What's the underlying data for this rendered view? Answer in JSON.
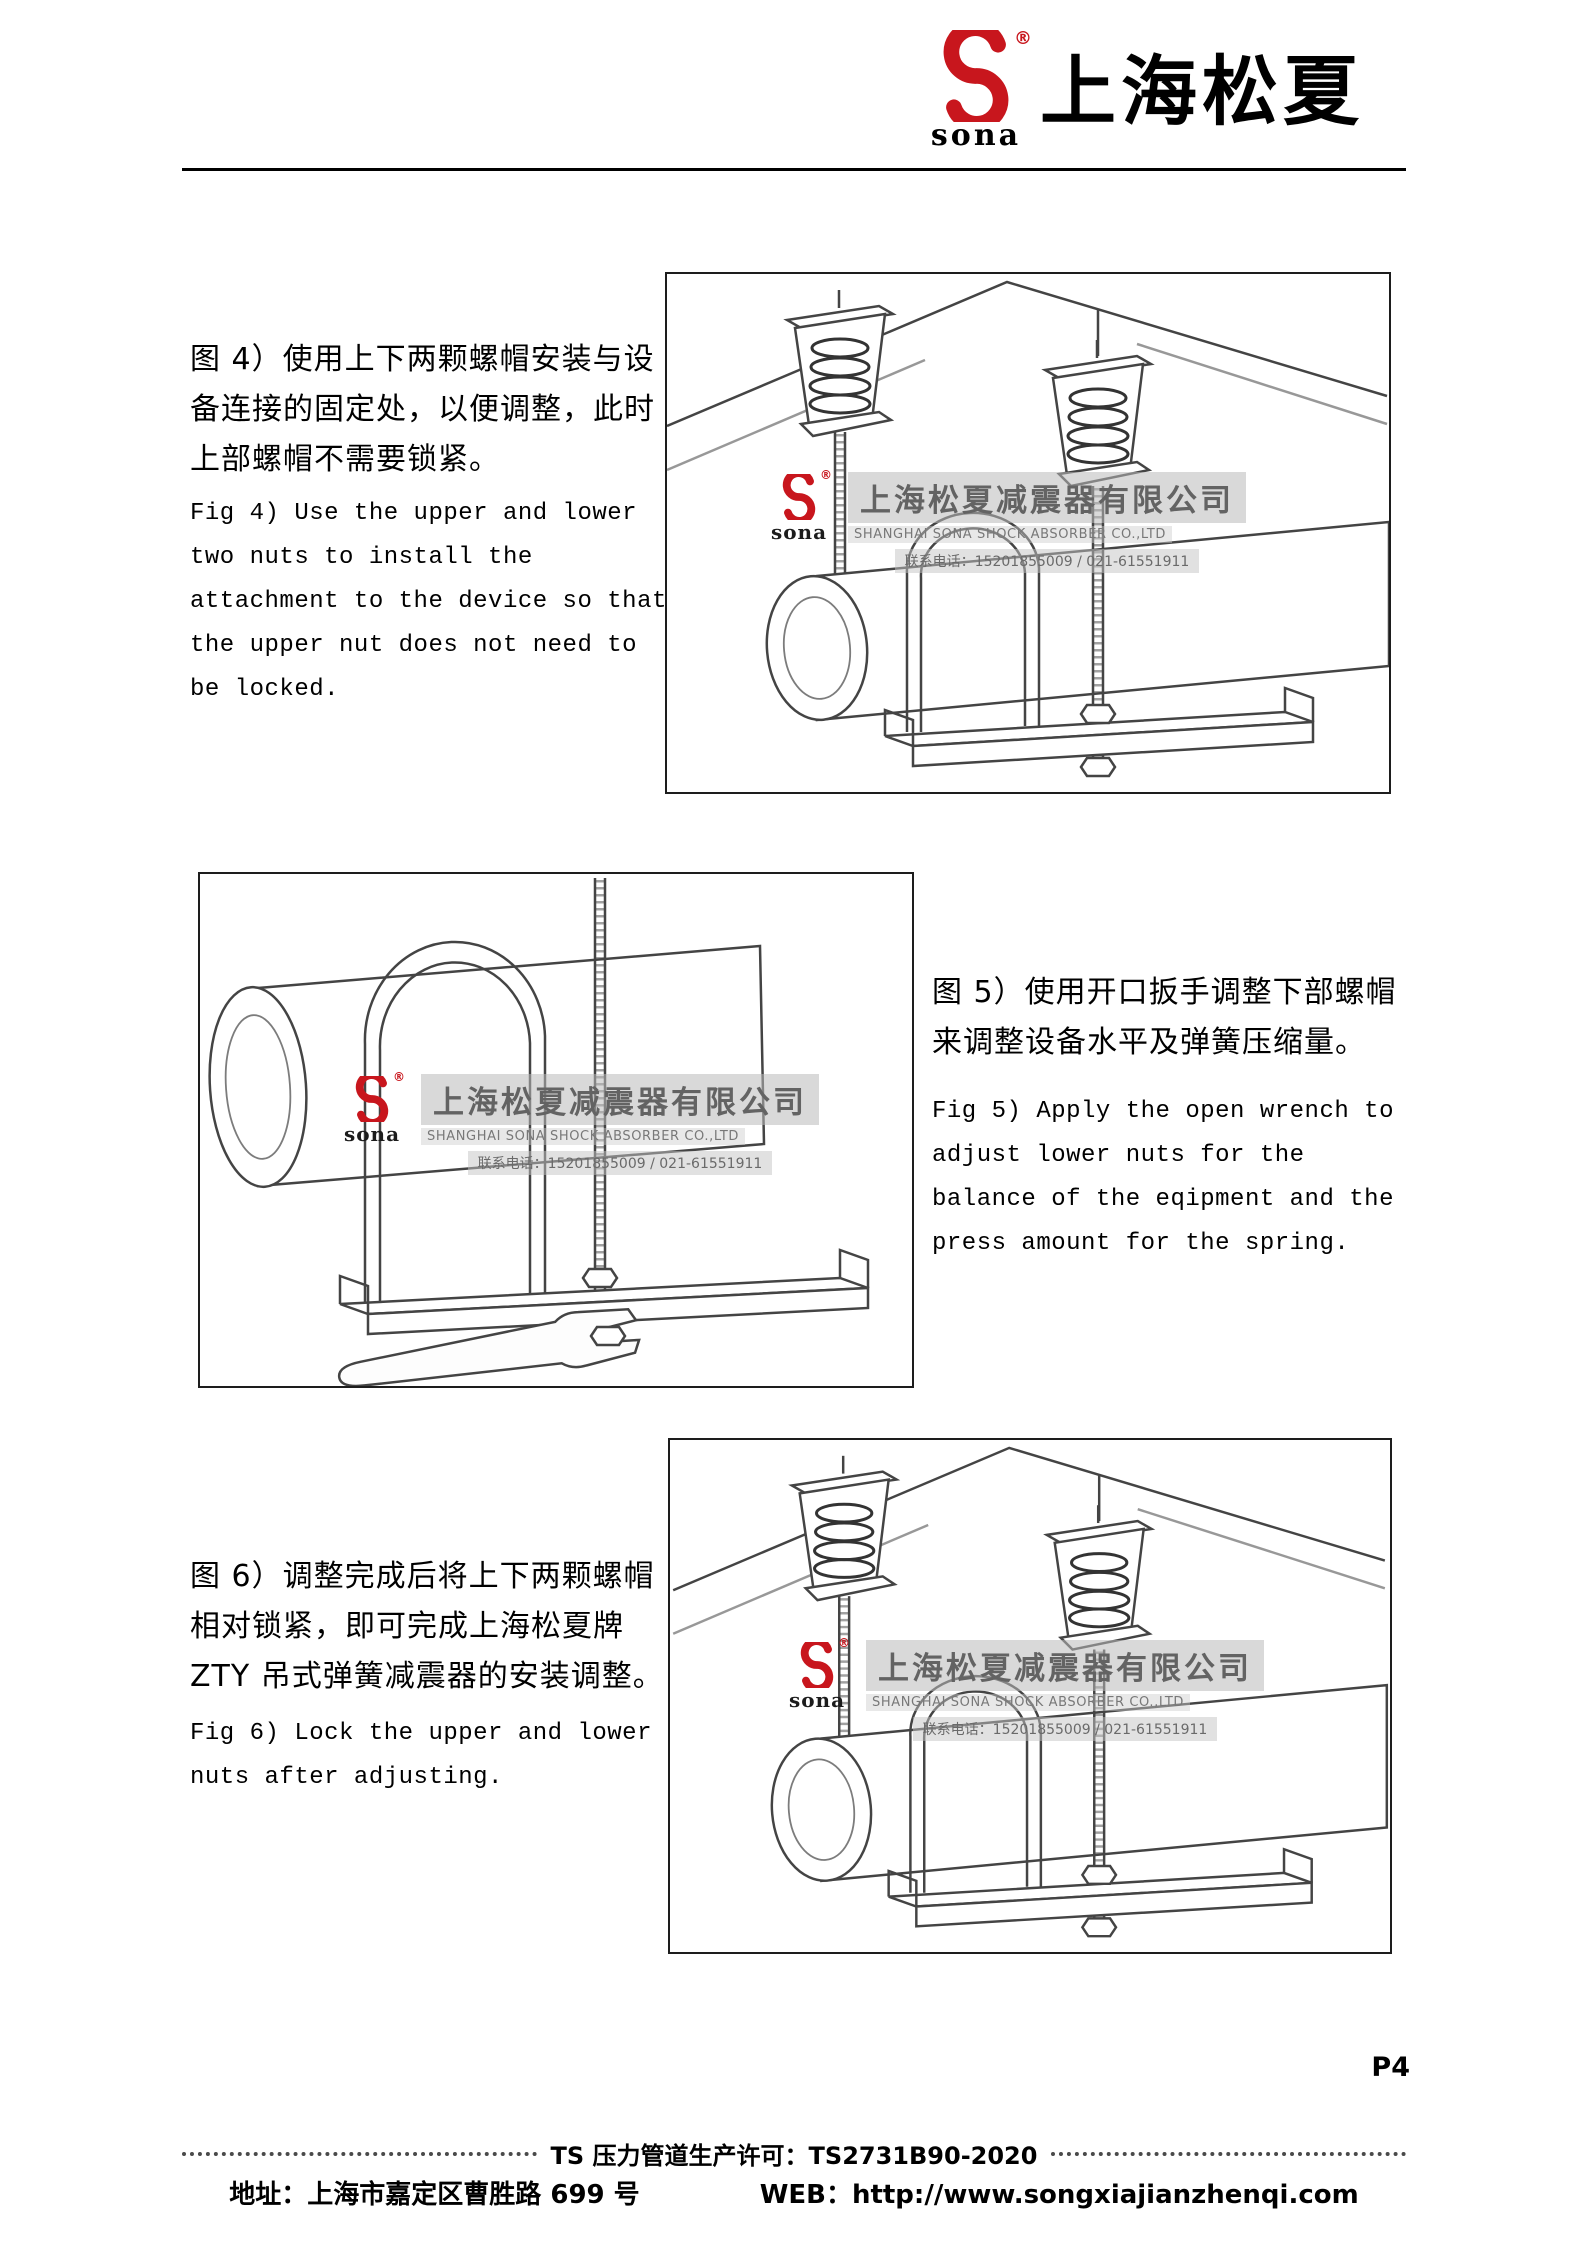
{
  "header": {
    "logo_text": "sona",
    "registered_mark": "®",
    "brand": "上海松夏"
  },
  "figures": {
    "fig4": {
      "zh": "图 4）使用上下两颗螺帽安装与设\n备连接的固定处，以便调整，此时\n上部螺帽不需要锁紧。",
      "en": "Fig 4) Use the upper and lower\ntwo nuts to install the\nattachment to the device so that\nthe upper nut does not need to\nbe locked."
    },
    "fig5": {
      "zh": "图 5）使用开口扳手调整下部螺帽\n来调整设备水平及弹簧压缩量。",
      "en": "Fig 5) Apply the open wrench to\nadjust lower nuts for the\nbalance of the eqipment and the\npress amount for the spring."
    },
    "fig6": {
      "zh": "图 6）调整完成后将上下两颗螺帽\n相对锁紧，即可完成上海松夏牌\nZTY 吊式弹簧减震器的安装调整。",
      "en": "Fig 6) Lock the upper and lower\nnuts after adjusting."
    }
  },
  "watermark": {
    "logo_text": "sona",
    "registered_mark": "®",
    "company_zh": "上海松夏减震器有限公司",
    "company_en": "SHANGHAI SONA SHOCK ABSORBER CO.,LTD",
    "phone": "联系电话：15201855009 / 021-61551911"
  },
  "page": {
    "number": "P4"
  },
  "footer": {
    "license": "TS 压力管道生产许可：TS2731B90-2020",
    "address": "地址：上海市嘉定区曹胜路 699 号",
    "web": "WEB：http://www.songxiajianzhenqi.com"
  }
}
